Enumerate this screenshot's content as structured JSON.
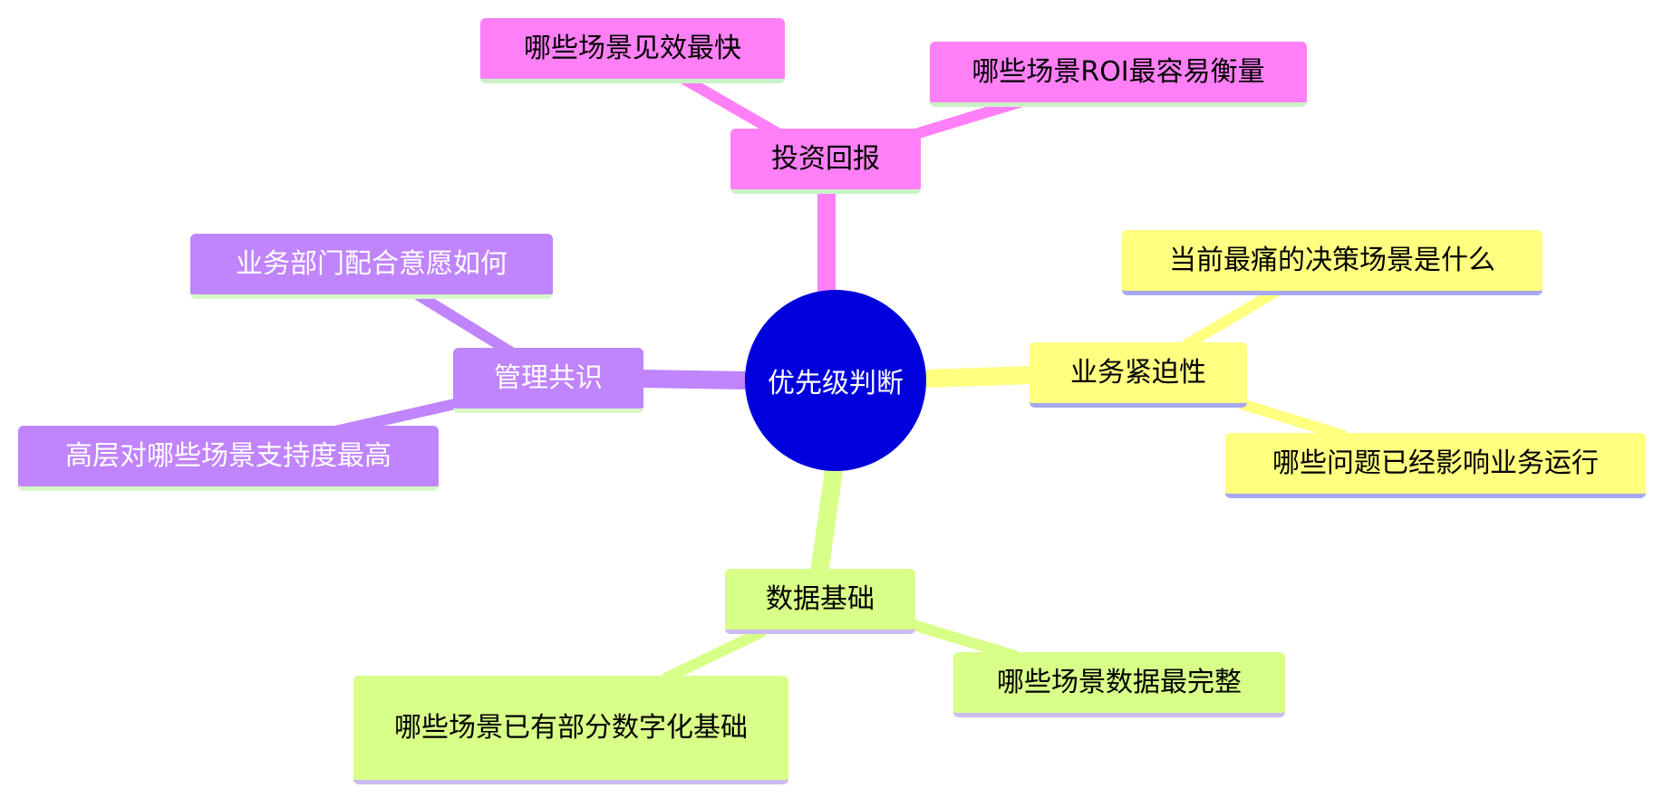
{
  "root": {
    "label": "优先级判断",
    "color": "#0000dd"
  },
  "branches": {
    "investment": {
      "label": "投资回报",
      "color": "#ff80f6",
      "children": [
        "哪些场景见效最快",
        "哪些场景ROI最容易衡量"
      ]
    },
    "urgency": {
      "label": "业务紧迫性",
      "color": "#ffff80",
      "children": [
        "当前最痛的决策场景是什么",
        "哪些问题已经影响业务运行"
      ]
    },
    "data": {
      "label": "数据基础",
      "color": "#d8ff88",
      "children": [
        "哪些场景数据最完整",
        "哪些场景已有部分数字化基础"
      ]
    },
    "consensus": {
      "label": "管理共识",
      "color": "#c084fc",
      "children": [
        "业务部门配合意愿如何",
        "高层对哪些场景支持度最高"
      ]
    }
  }
}
